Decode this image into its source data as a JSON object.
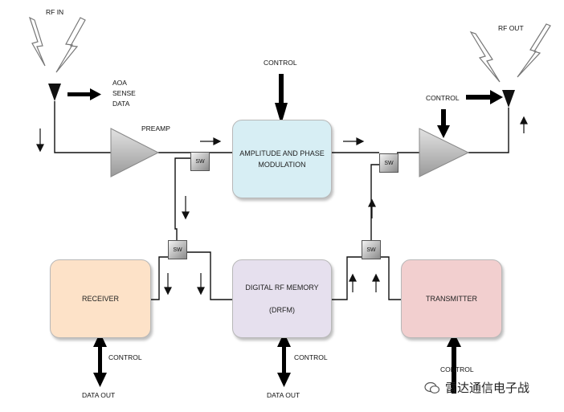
{
  "labels": {
    "rf_in": "RF IN",
    "rf_out": "RF OUT",
    "aoa_line1": "AOA",
    "aoa_line2": "SENSE",
    "aoa_line3": "DATA",
    "preamp": "PREAMP",
    "control_top": "CONTROL",
    "control_amp": "CONTROL",
    "control_receiver": "CONTROL",
    "control_drfm": "CONTROL",
    "control_transmitter": "CONTROL",
    "data_out_receiver": "DATA OUT",
    "data_out_drfm": "DATA OUT"
  },
  "blocks": {
    "modulation_line1": "AMPLITUDE AND PHASE",
    "modulation_line2": "MODULATION",
    "receiver": "RECEIVER",
    "drfm_line1": "DIGITAL RF MEMORY",
    "drfm_line2": "(DRFM)",
    "transmitter": "TRANSMITTER"
  },
  "switches": {
    "sw1": "SW",
    "sw2": "SW",
    "sw3": "SW",
    "sw4": "SW"
  },
  "watermark": "雷达通信电子战",
  "colors": {
    "modulation_fill": "#d7eef4",
    "receiver_fill": "#fde2c8",
    "drfm_fill": "#e6e0ee",
    "transmitter_fill": "#f2cfcf",
    "amp_fill": "#b9b9b9"
  }
}
